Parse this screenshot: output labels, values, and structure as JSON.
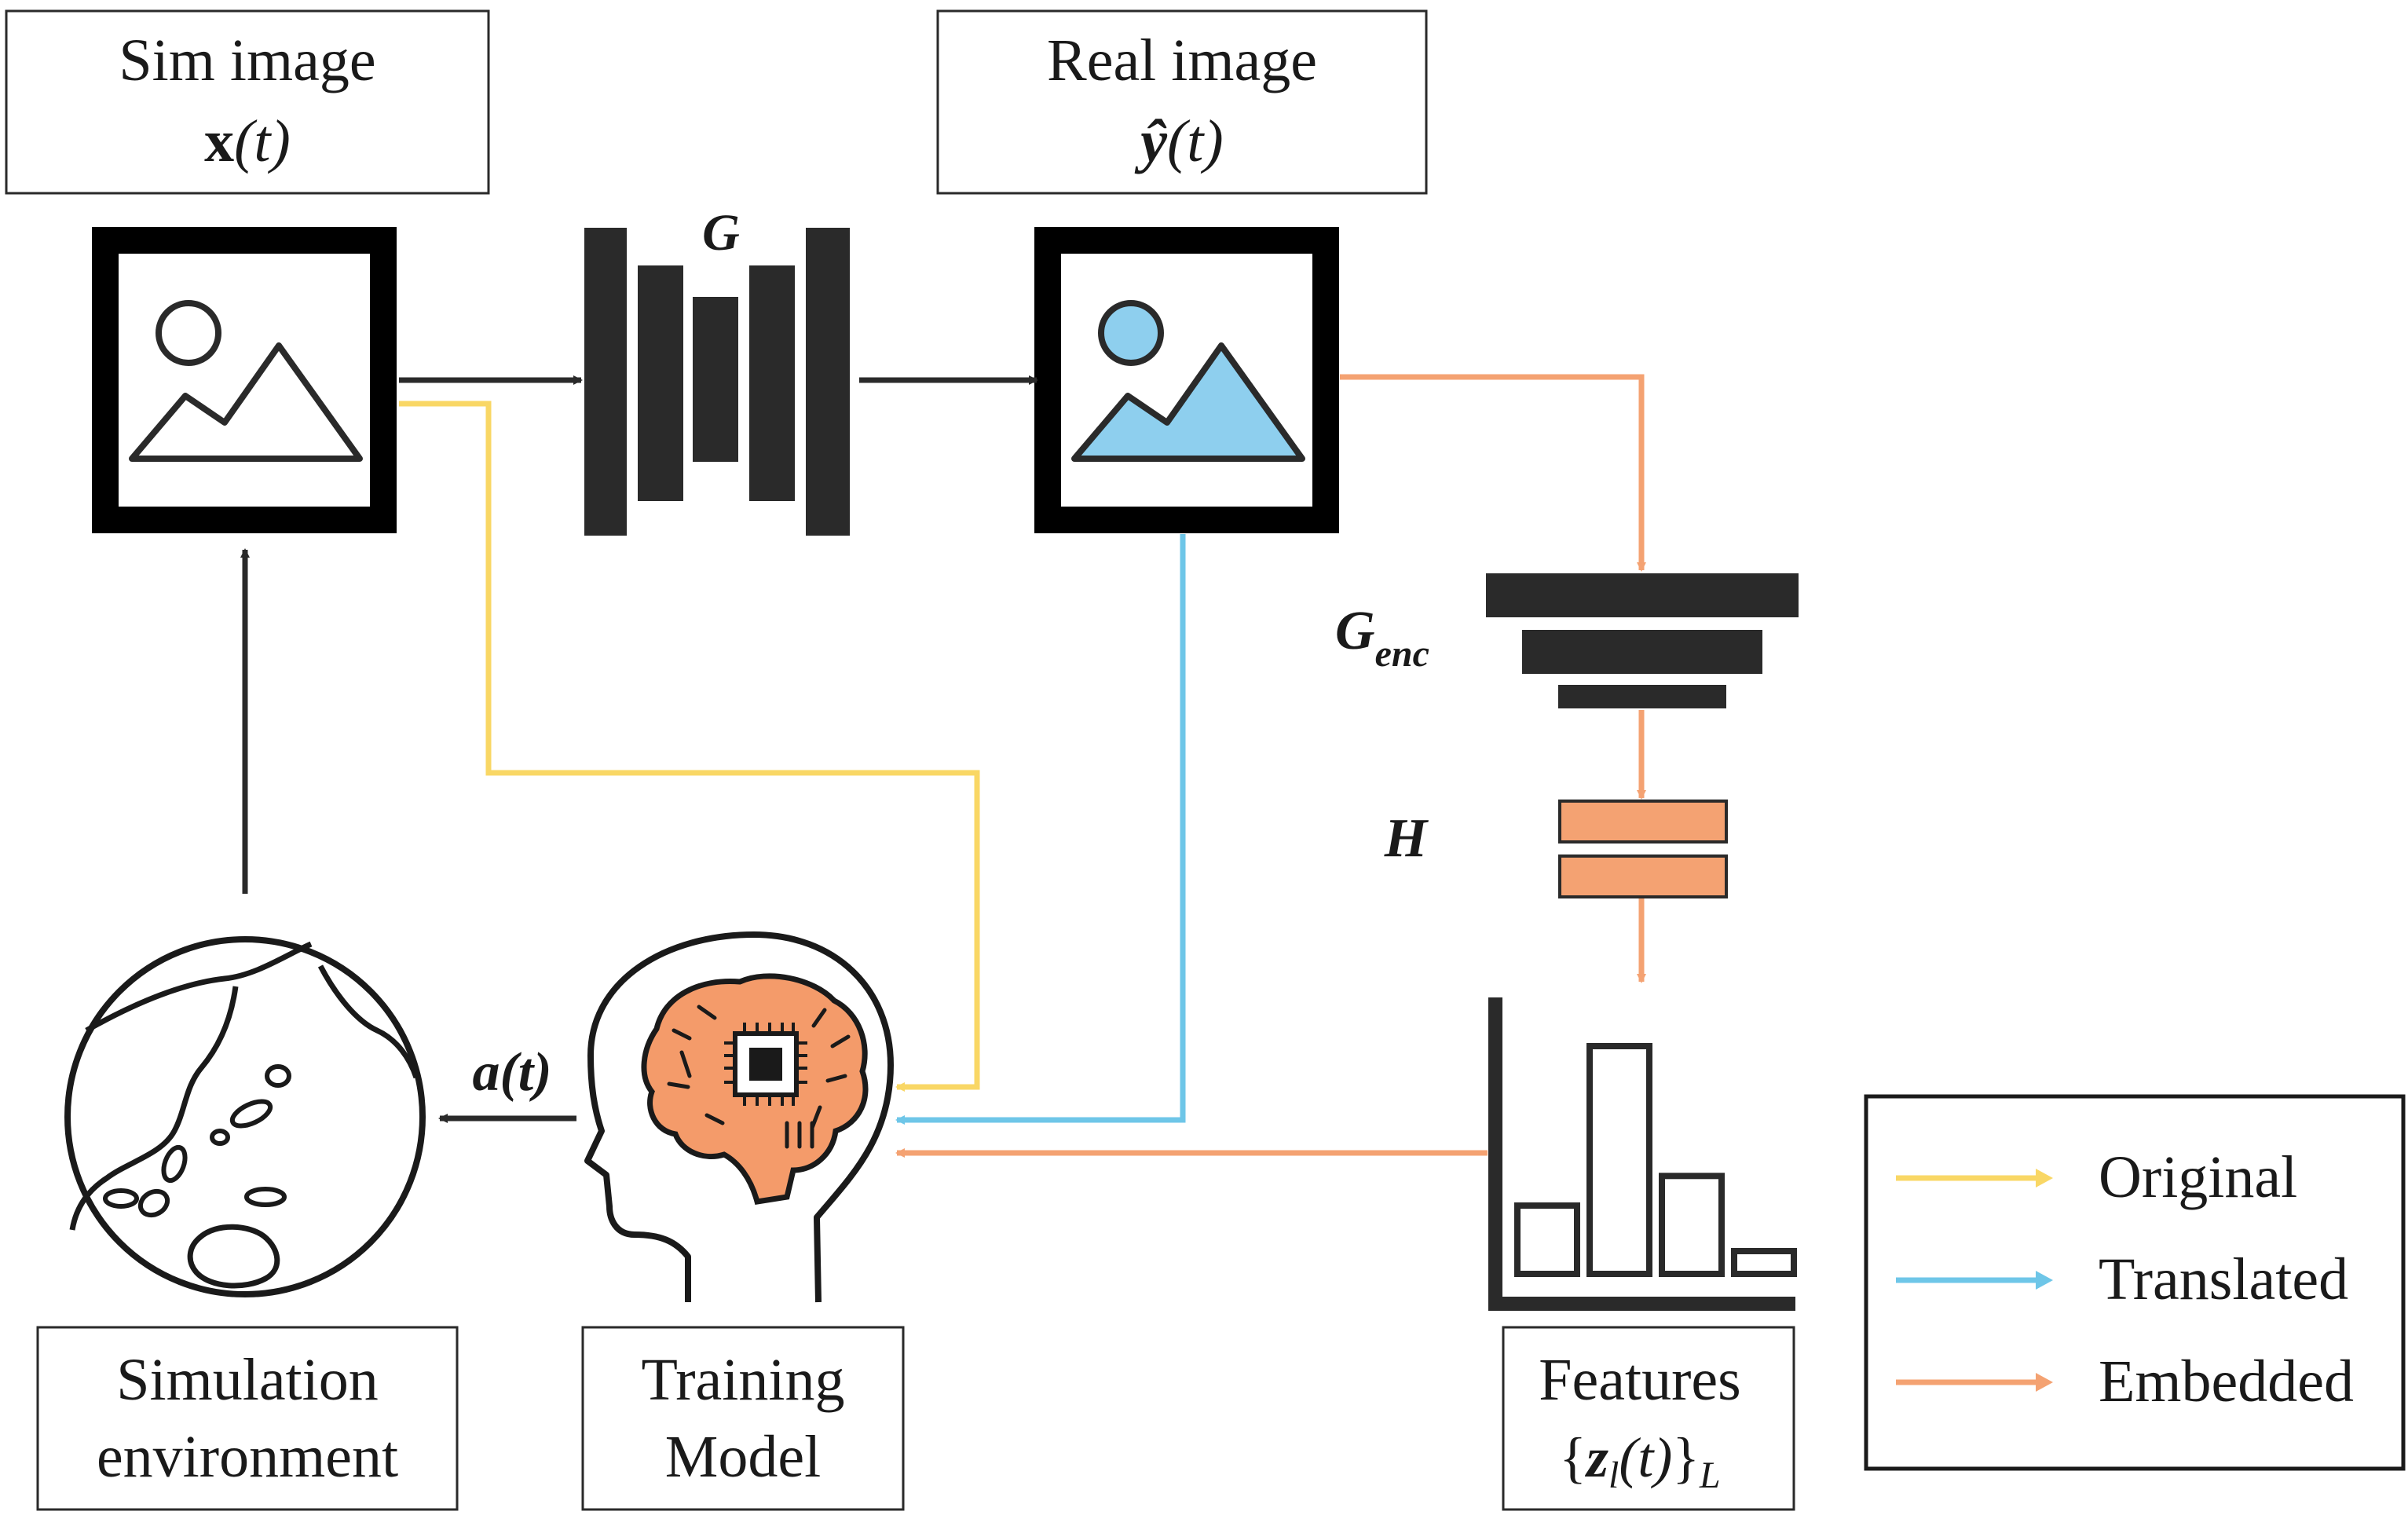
{
  "colors": {
    "dark": "#2a2a2a",
    "original": "#f9d765",
    "translated": "#6ec6e8",
    "embedded": "#f4a272",
    "sky": "#8ecfee",
    "brain": "#f49b6a"
  },
  "labels": {
    "sim_image_line1": "Sim image",
    "sim_image_var": "x",
    "sim_image_arg": "(t)",
    "real_image_line1": "Real image",
    "real_image_var": "ŷ",
    "real_image_arg": "(t)",
    "generator": "G",
    "encoder_main": "G",
    "encoder_sub": "enc",
    "head": "H",
    "action": "a(t)",
    "sim_env_line1": "Simulation",
    "sim_env_line2": "environment",
    "training_line1": "Training",
    "training_line2": "Model",
    "features_line1": "Features",
    "features_formula_open": "{",
    "features_var": "z",
    "features_sub": "l",
    "features_arg": "(t)",
    "features_formula_close": "}",
    "features_set_sub": "L"
  },
  "legend": {
    "items": [
      {
        "label": "Original",
        "color": "#f9d765"
      },
      {
        "label": "Translated",
        "color": "#6ec6e8"
      },
      {
        "label": "Embedded",
        "color": "#f4a272"
      }
    ]
  },
  "icons": {
    "sim_image": "image-placeholder-icon",
    "real_image": "image-placeholder-icon",
    "globe": "globe-icon",
    "head": "brain-chip-icon",
    "features": "bar-chart-icon"
  },
  "feature_bars": [
    0.3,
    1.0,
    0.43,
    0.1
  ]
}
